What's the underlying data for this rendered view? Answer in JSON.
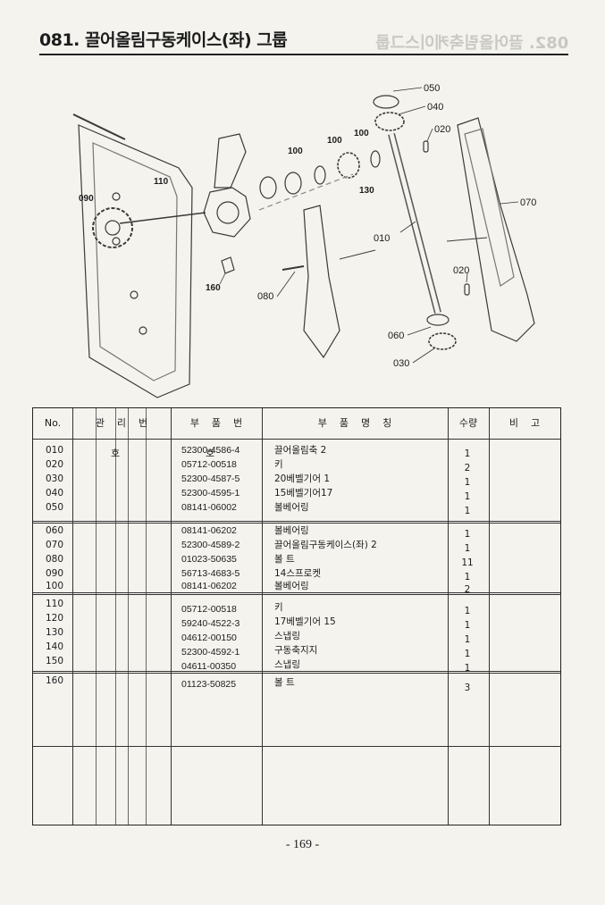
{
  "page": {
    "title": "081. 끌어올림구동케이스(좌) 그룹",
    "ghost_title": "082. 끌어올림축케이스그룹",
    "page_number": "- 169 -"
  },
  "diagram": {
    "callouts": [
      "050",
      "040",
      "020",
      "070",
      "010",
      "020",
      "060",
      "030",
      "080",
      "160",
      "090",
      "110",
      "100",
      "100",
      "100",
      "130"
    ]
  },
  "table": {
    "headers": {
      "no": "No.",
      "mgmt": "관리번호",
      "part_no": "부품번호",
      "name": "부품명칭",
      "qty": "수량",
      "remarks": "비고"
    },
    "groups": [
      {
        "rows": [
          {
            "no": "010",
            "part_no": "52300-4586-4",
            "name": "끌어올림축 2",
            "qty": "1"
          },
          {
            "no": "020",
            "part_no": "05712-00518",
            "name": "키",
            "qty": "2"
          },
          {
            "no": "030",
            "part_no": "52300-4587-5",
            "name": "20베벨기어 1",
            "qty": "1"
          },
          {
            "no": "040",
            "part_no": "52300-4595-1",
            "name": "15베벨기어17",
            "qty": "1"
          },
          {
            "no": "050",
            "part_no": "08141-06002",
            "name": "볼베어링",
            "qty": "1"
          }
        ]
      },
      {
        "rows": [
          {
            "no": "060",
            "part_no": "08141-06202",
            "name": "볼베어링",
            "qty": "1"
          },
          {
            "no": "070",
            "part_no": "52300-4589-2",
            "name": "끌어올림구동케이스(좌) 2",
            "qty": "1"
          },
          {
            "no": "080",
            "part_no": "01023-50635",
            "name": "볼 트",
            "qty": "11"
          },
          {
            "no": "090",
            "part_no": "56713-4683-5",
            "name": "14스프로켓",
            "qty": "1"
          },
          {
            "no": "100",
            "part_no": "08141-06202",
            "name": "볼베어링",
            "qty": "2"
          }
        ]
      },
      {
        "rows": [
          {
            "no": "110",
            "part_no": "05712-00518",
            "name": "키",
            "qty": "1"
          },
          {
            "no": "120",
            "part_no": "59240-4522-3",
            "name": "17베벨기어 15",
            "qty": "1"
          },
          {
            "no": "130",
            "part_no": "04612-00150",
            "name": "스냅링",
            "qty": "1"
          },
          {
            "no": "140",
            "part_no": "52300-4592-1",
            "name": "구동축지지",
            "qty": "1"
          },
          {
            "no": "150",
            "part_no": "04611-00350",
            "name": "스냅링",
            "qty": "1"
          }
        ]
      },
      {
        "rows": [
          {
            "no": "160",
            "part_no": "01123-50825",
            "name": "볼 트",
            "qty": "3"
          }
        ]
      }
    ]
  }
}
